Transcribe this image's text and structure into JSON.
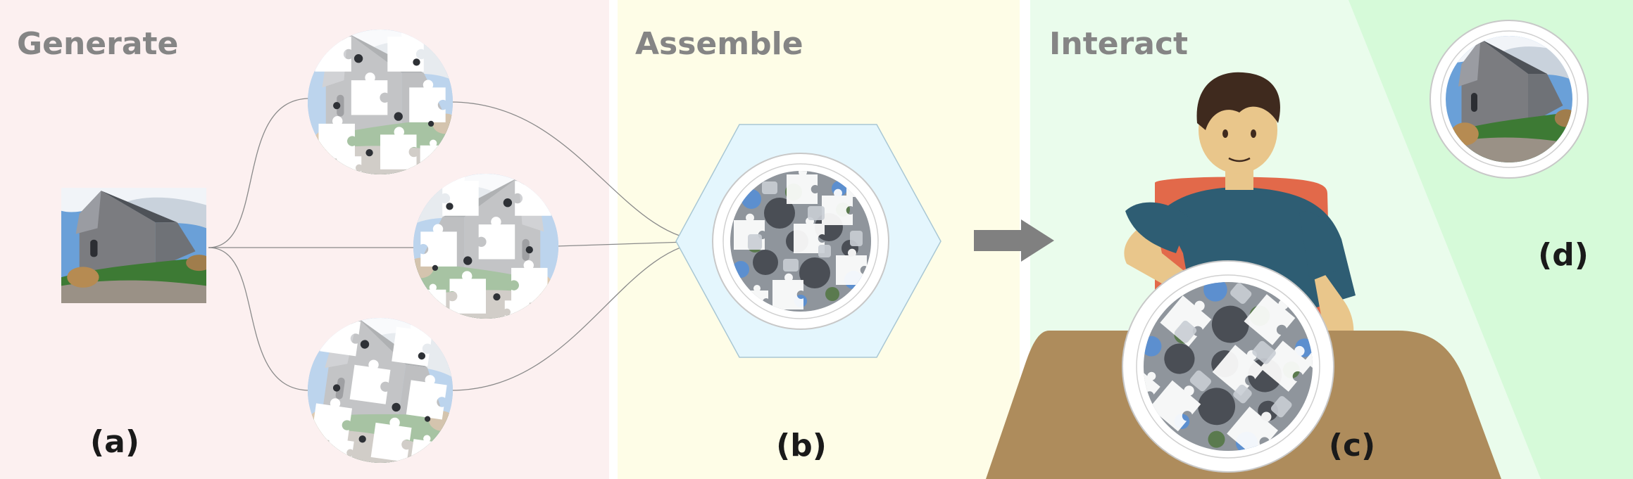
{
  "panels": {
    "generate": {
      "title": "Generate",
      "label": "(a)"
    },
    "assemble": {
      "title": "Assemble",
      "label": "(b)"
    },
    "interact": {
      "title": "Interact",
      "label": "(c)"
    },
    "result": {
      "label": "(d)"
    }
  },
  "colors": {
    "generate_bg": "#fcf0f0",
    "assemble_bg": "#fefde7",
    "interact_bg": "#eafcec",
    "result_bg": "#d6fad9",
    "hexagon_fill": "#e4f6fd",
    "arrow": "#808080",
    "table": "#ae8c5c",
    "chair": "#e2694a",
    "shirt": "#2e5d73",
    "skin": "#e9c68b",
    "hair": "#3f2a1e"
  },
  "icons": {
    "source_photo": "church-photo",
    "puzzle_pieces": "jigsaw-puzzle-circle",
    "flow_arrow": "right-arrow-icon",
    "person": "seated-person-illustration"
  }
}
